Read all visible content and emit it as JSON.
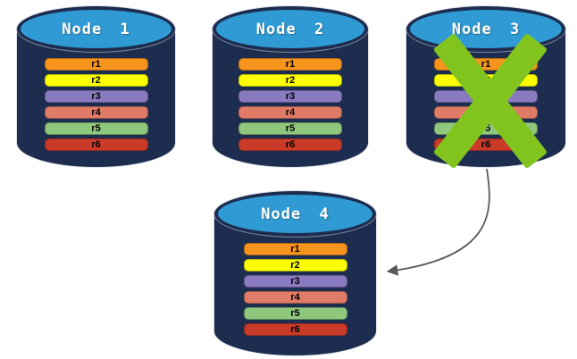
{
  "diagram": {
    "description": "Database node replication diagram",
    "colors": {
      "background": "#ffffff",
      "cylinder_body": "#1d2d50",
      "cylinder_top": "#2f9ad3",
      "title_text": "#ffffff",
      "row_text": "#000000",
      "failure_x": "#82c41e",
      "arrow": "#595959"
    },
    "rows": [
      {
        "label": "r1",
        "color": "#f7941d"
      },
      {
        "label": "r2",
        "color": "#fdff00"
      },
      {
        "label": "r3",
        "color": "#8a7ac0"
      },
      {
        "label": "r4",
        "color": "#df7b66"
      },
      {
        "label": "r5",
        "color": "#8fc87c"
      },
      {
        "label": "r6",
        "color": "#c93a28"
      }
    ],
    "nodes": [
      {
        "title": "Node 1",
        "failed": false
      },
      {
        "title": "Node 2",
        "failed": false
      },
      {
        "title": "Node 3",
        "failed": true
      },
      {
        "title": "Node 4",
        "failed": false
      }
    ]
  }
}
